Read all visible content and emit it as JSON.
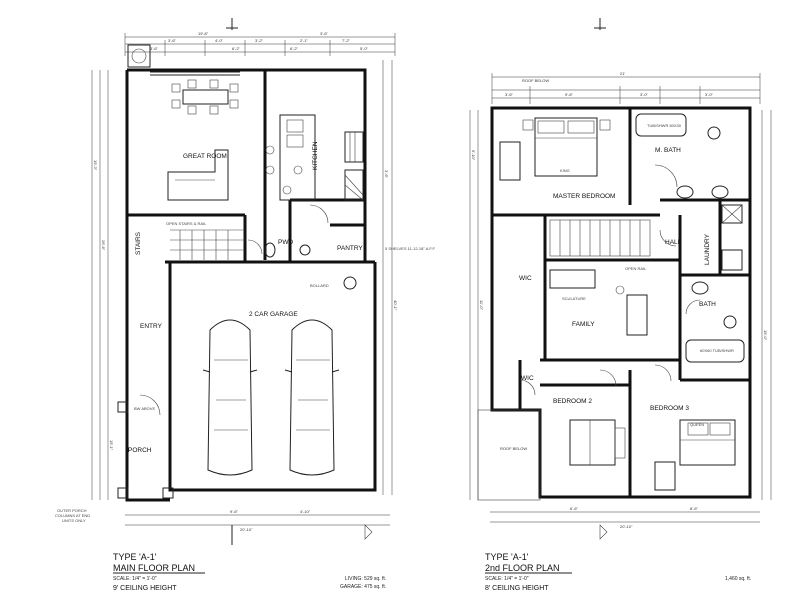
{
  "main_floor": {
    "type": "TYPE 'A-1'",
    "title": "MAIN FLOOR PLAN",
    "scale": "SCALE: 1/4\" = 1'-0\"",
    "ceiling": "9' CEILING HEIGHT",
    "living": "LIVING: 529 sq. ft.",
    "garage": "GARAGE: 475 sq. ft.",
    "rooms": {
      "great_room": "GREAT ROOM",
      "kitchen": "KITCHEN",
      "pwd": "PWD",
      "pantry": "PANTRY",
      "stairs": "STAIRS",
      "entry": "ENTRY",
      "garage": "2 CAR GARAGE",
      "porch": "PORCH"
    },
    "notes": {
      "shelves": "5 SHELVES 11-12-18\" A.F.F.",
      "open": "OPEN STAIRS & RAIL",
      "bollard": "BOLLARD",
      "porch_cols": "OUTER PORCH COLUMNS AT END UNITS ONLY",
      "bw_above": "BW ABOVE"
    },
    "dims": {
      "top_total": "19'-8\"",
      "bottom_total": "20'-10\"",
      "right_total": "40'-1\""
    }
  },
  "second_floor": {
    "type": "TYPE 'A-1'",
    "title": "2nd FLOOR PLAN",
    "scale": "SCALE: 1/4\" = 1'-0\"",
    "ceiling": "8' CEILING HEIGHT",
    "area": "1,460 sq. ft.",
    "rooms": {
      "master_bedroom": "MASTER BEDROOM",
      "m_bath": "M. BATH",
      "hall": "HALL",
      "laundry": "LAUNDRY",
      "bath": "BATH",
      "wic1": "WIC",
      "wic2": "WIC",
      "family": "FAMILY",
      "bedroom2": "BEDROOM 2",
      "bedroom3": "BEDROOM 3"
    },
    "notes": {
      "roof_below_top": "ROOF BELOW",
      "roof_below_side": "ROOF BELOW",
      "tub_shower1": "TUB/SHWR 60X30",
      "tub_shower2": "60X60 TUB/SHWR",
      "sculature": "SCULATURE",
      "open_rail": "OPEN RAIL",
      "king": "KING",
      "queen": "QUEEN"
    },
    "dims": {
      "top_total": "21'",
      "bottom_total": "20'-10\""
    }
  },
  "colors": {
    "ink": "#111111",
    "paper": "#ffffff"
  }
}
